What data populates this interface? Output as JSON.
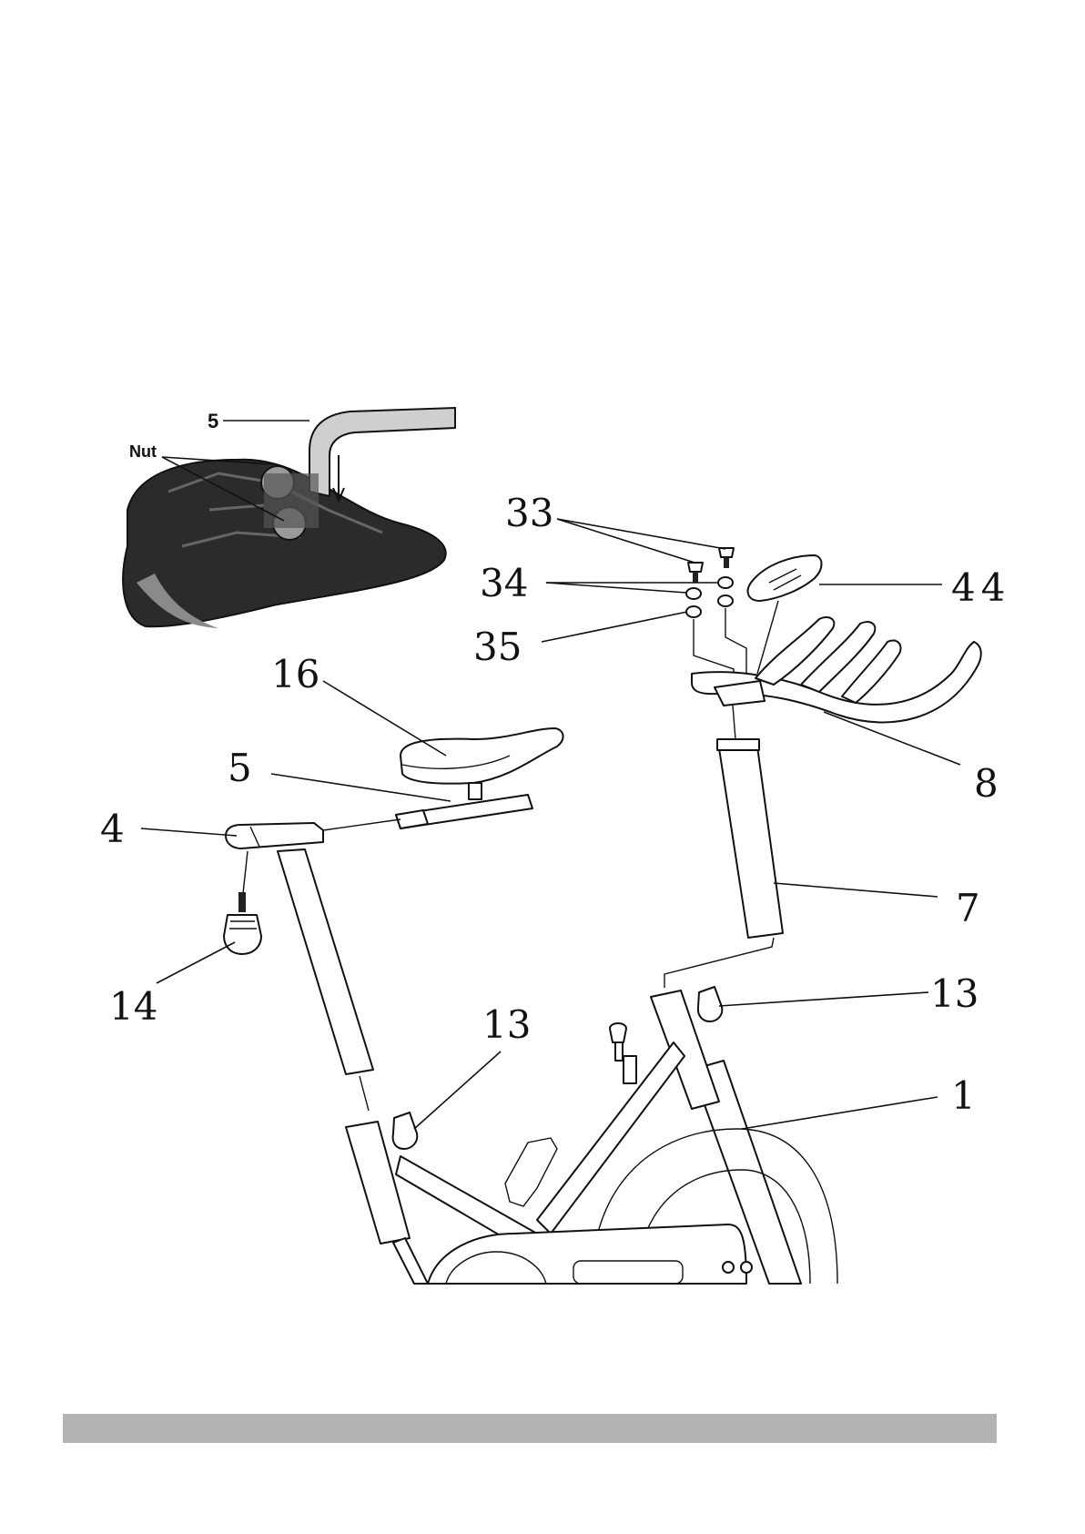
{
  "inset": {
    "label_5": "5",
    "label_nut": "Nut"
  },
  "callouts": {
    "c33": "33",
    "c34": "34",
    "c35": "35",
    "c44": "44",
    "c8": "8",
    "c16": "16",
    "c5": "5",
    "c4": "4",
    "c14": "14",
    "c7": "7",
    "c13_right": "13",
    "c13_left": "13",
    "c1": "1"
  },
  "colors": {
    "ink": "#111111",
    "footer_bar": "#b3b3b3",
    "seat_dark": "#2b2b2b"
  }
}
